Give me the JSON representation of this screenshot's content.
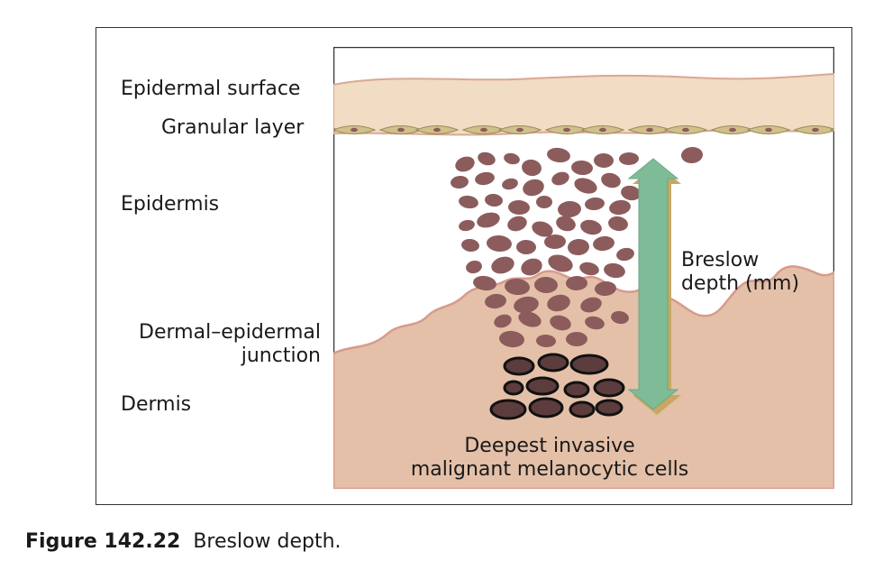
{
  "labels": {
    "epidermal_surface": "Epidermal surface",
    "granular_layer": "Granular layer",
    "epidermis": "Epidermis",
    "dermal_epidermal_line1": "Dermal–epidermal",
    "dermal_epidermal_line2": "junction",
    "dermis": "Dermis",
    "breslow_line1": "Breslow",
    "breslow_line2": "depth (mm)",
    "deepest_line1": "Deepest invasive",
    "deepest_line2": "malignant melanocytic cells"
  },
  "caption": {
    "number": "Figure 142.22",
    "text": "Breslow depth."
  },
  "colors": {
    "surface": "#f1dcc4",
    "dermis": "#e4c0a8",
    "dermis_edge": "#d79a8c",
    "granular": "#d2c08a",
    "cell": "#8c5c5c",
    "deep_cell": "#5c3c3c",
    "arrow": "#7dbc96",
    "arrow_shadow": "#c9a763"
  }
}
